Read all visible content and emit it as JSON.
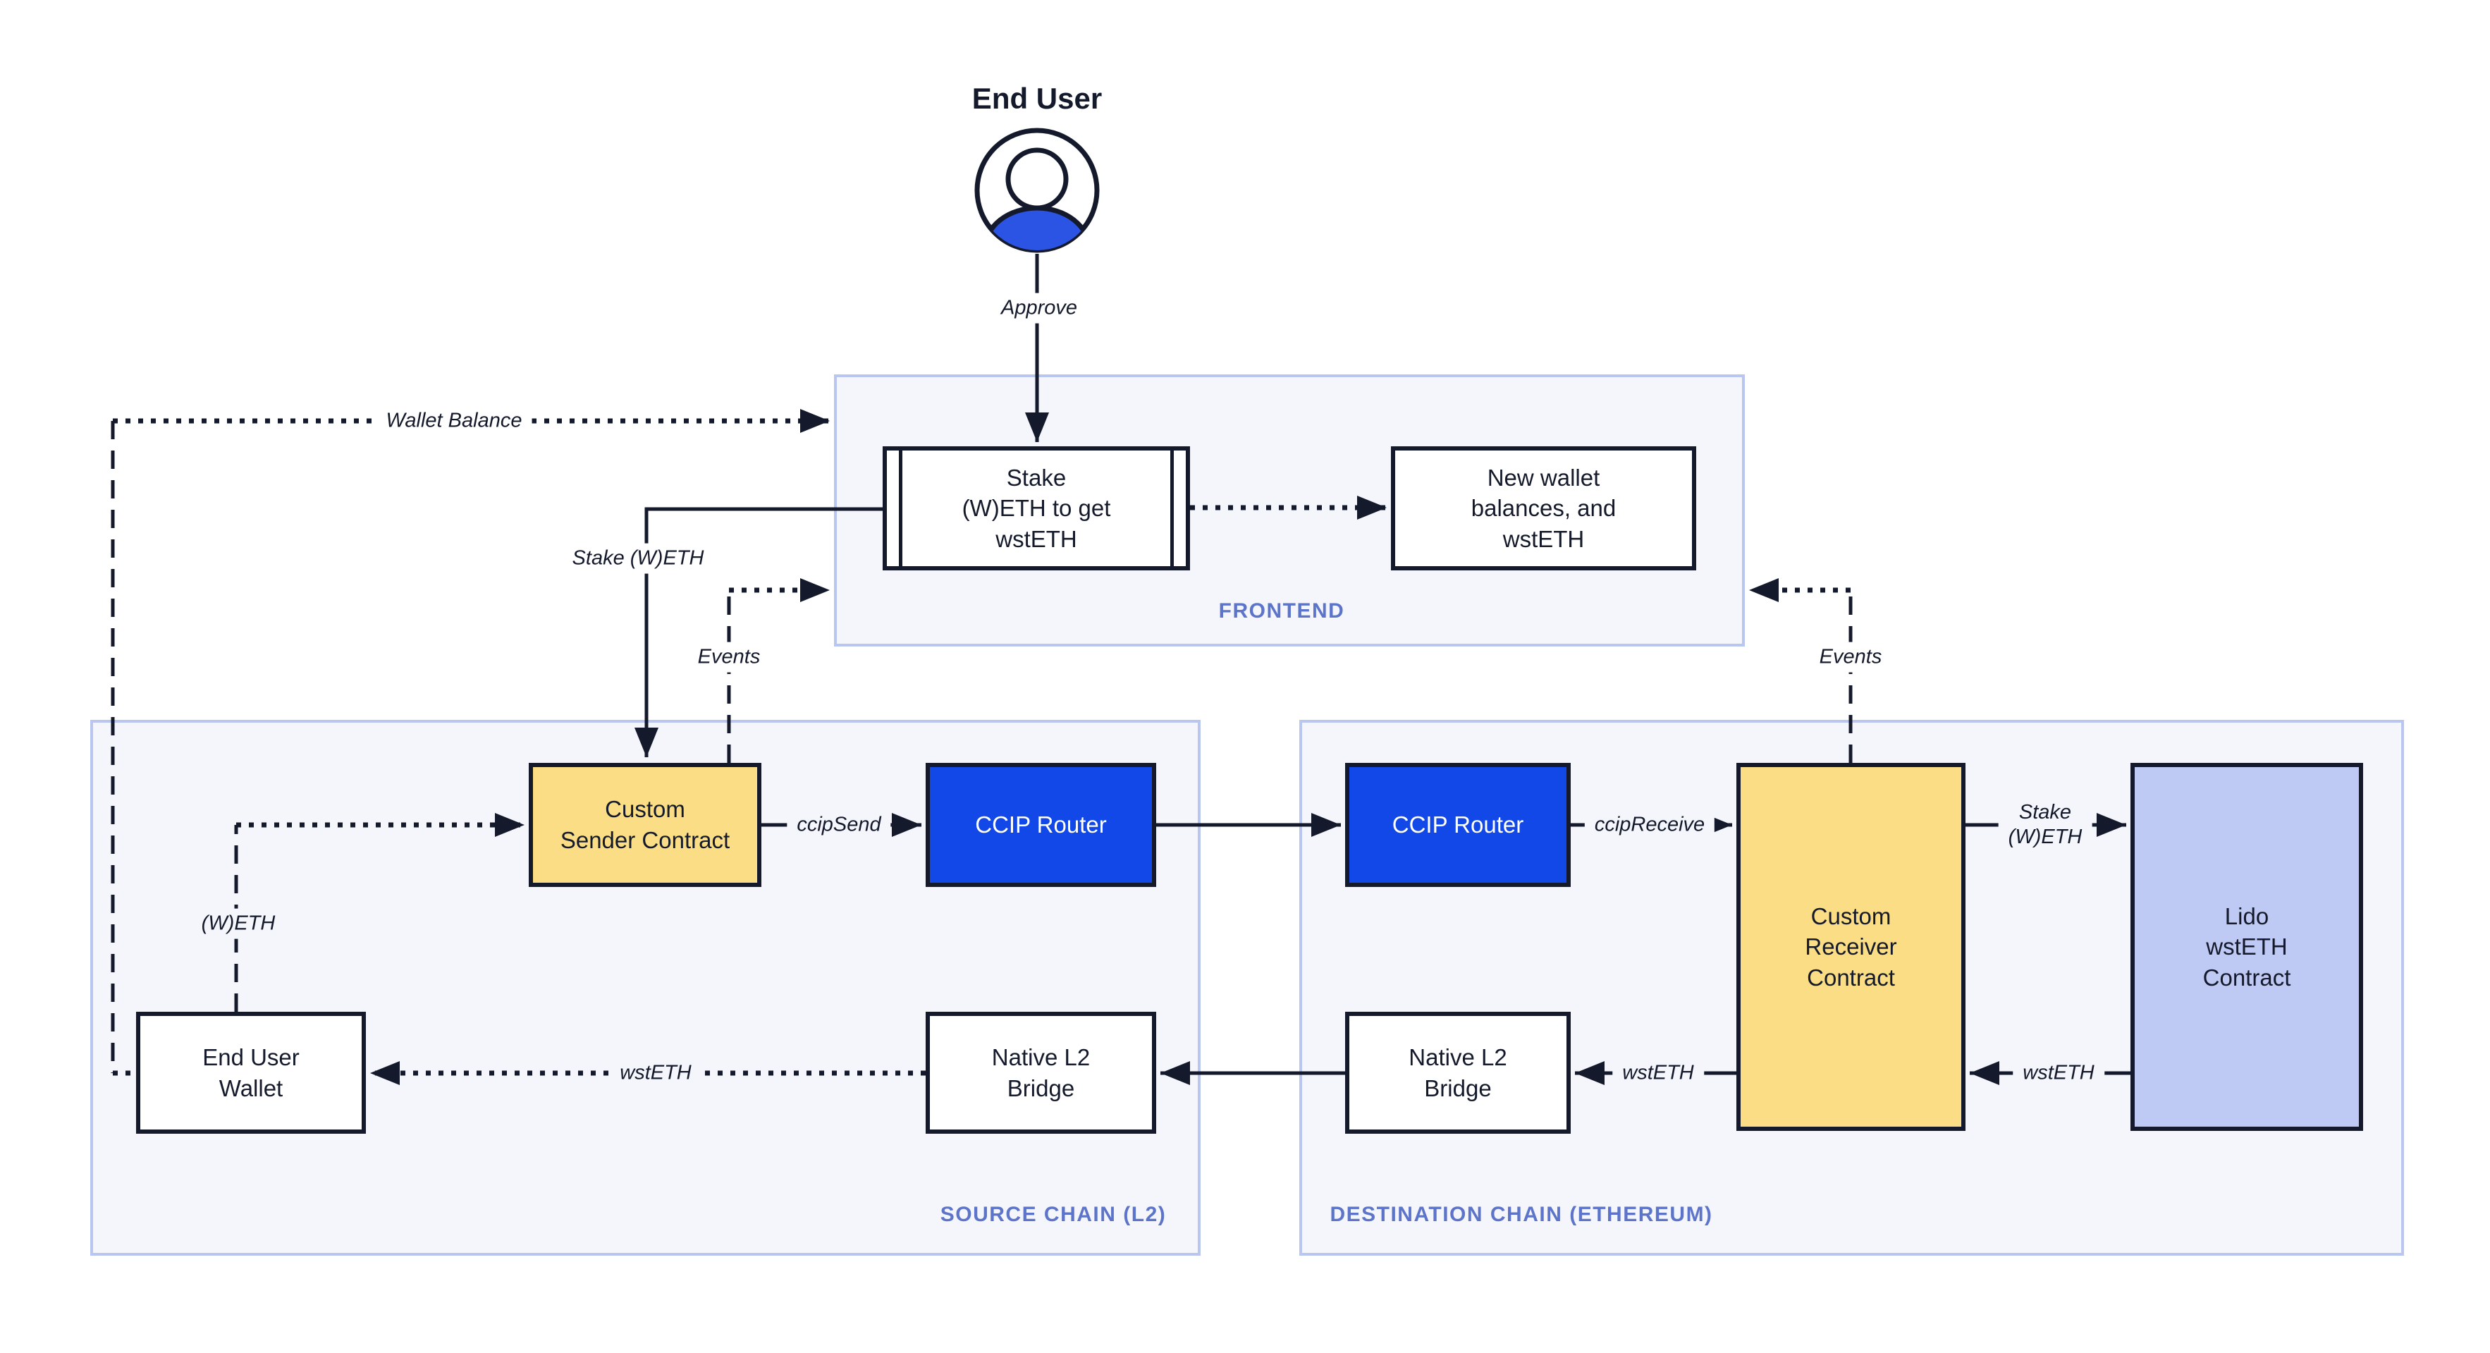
{
  "title": "End User",
  "frontend": {
    "label": "FRONTEND",
    "stake_box": "Stake\n(W)ETH to get\nwstETH",
    "new_wallet_box": "New wallet\nbalances, and\nwstETH"
  },
  "source_chain": {
    "label": "SOURCE CHAIN (L2)",
    "sender": "Custom\nSender Contract",
    "router": "CCIP Router",
    "wallet": "End User\nWallet",
    "bridge": "Native L2\nBridge"
  },
  "dest_chain": {
    "label": "DESTINATION CHAIN (ETHEREUM)",
    "router": "CCIP Router",
    "receiver": "Custom\nReceiver\nContract",
    "lido": "Lido\nwstETH\nContract",
    "bridge": "Native L2\nBridge"
  },
  "edge_labels": {
    "approve": "Approve",
    "wallet_balance": "Wallet Balance",
    "stake_weth": "Stake (W)ETH",
    "events_left": "Events",
    "events_right": "Events",
    "ccip_send": "ccipSend",
    "ccip_receive": "ccipReceive",
    "stake_weth_right": "Stake\n(W)ETH",
    "wsteth_from_lido": "wstETH",
    "wsteth_from_receiver": "wstETH",
    "wsteth_to_wallet": "wstETH",
    "weth": "(W)ETH"
  },
  "colors": {
    "ink": "#141a2b",
    "accent": "#1348e8",
    "yellow": "#fadd84",
    "peri": "#bfcaf4",
    "panel": "#f5f6fc",
    "panel-border": "#b9c6f0",
    "label-blue": "#5c74c9",
    "icon-blue": "#2b53e4"
  }
}
